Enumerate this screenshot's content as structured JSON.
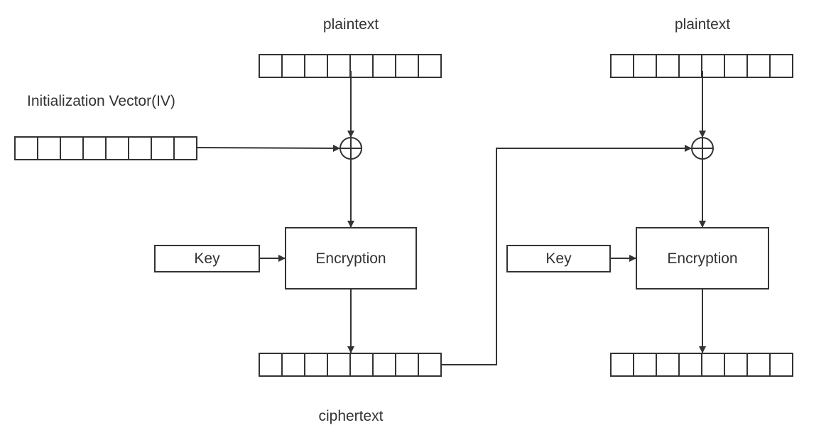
{
  "labels": {
    "plaintext_left": "plaintext",
    "plaintext_right": "plaintext",
    "iv": "Initialization Vector(IV)",
    "ciphertext": "ciphertext"
  },
  "blocks": {
    "key_left": "Key",
    "key_right": "Key",
    "encryption_left": "Encryption",
    "encryption_right": "Encryption"
  },
  "colors": {
    "stroke": "#333333",
    "text": "#333333",
    "background": "#ffffff"
  },
  "register_cells": 8
}
